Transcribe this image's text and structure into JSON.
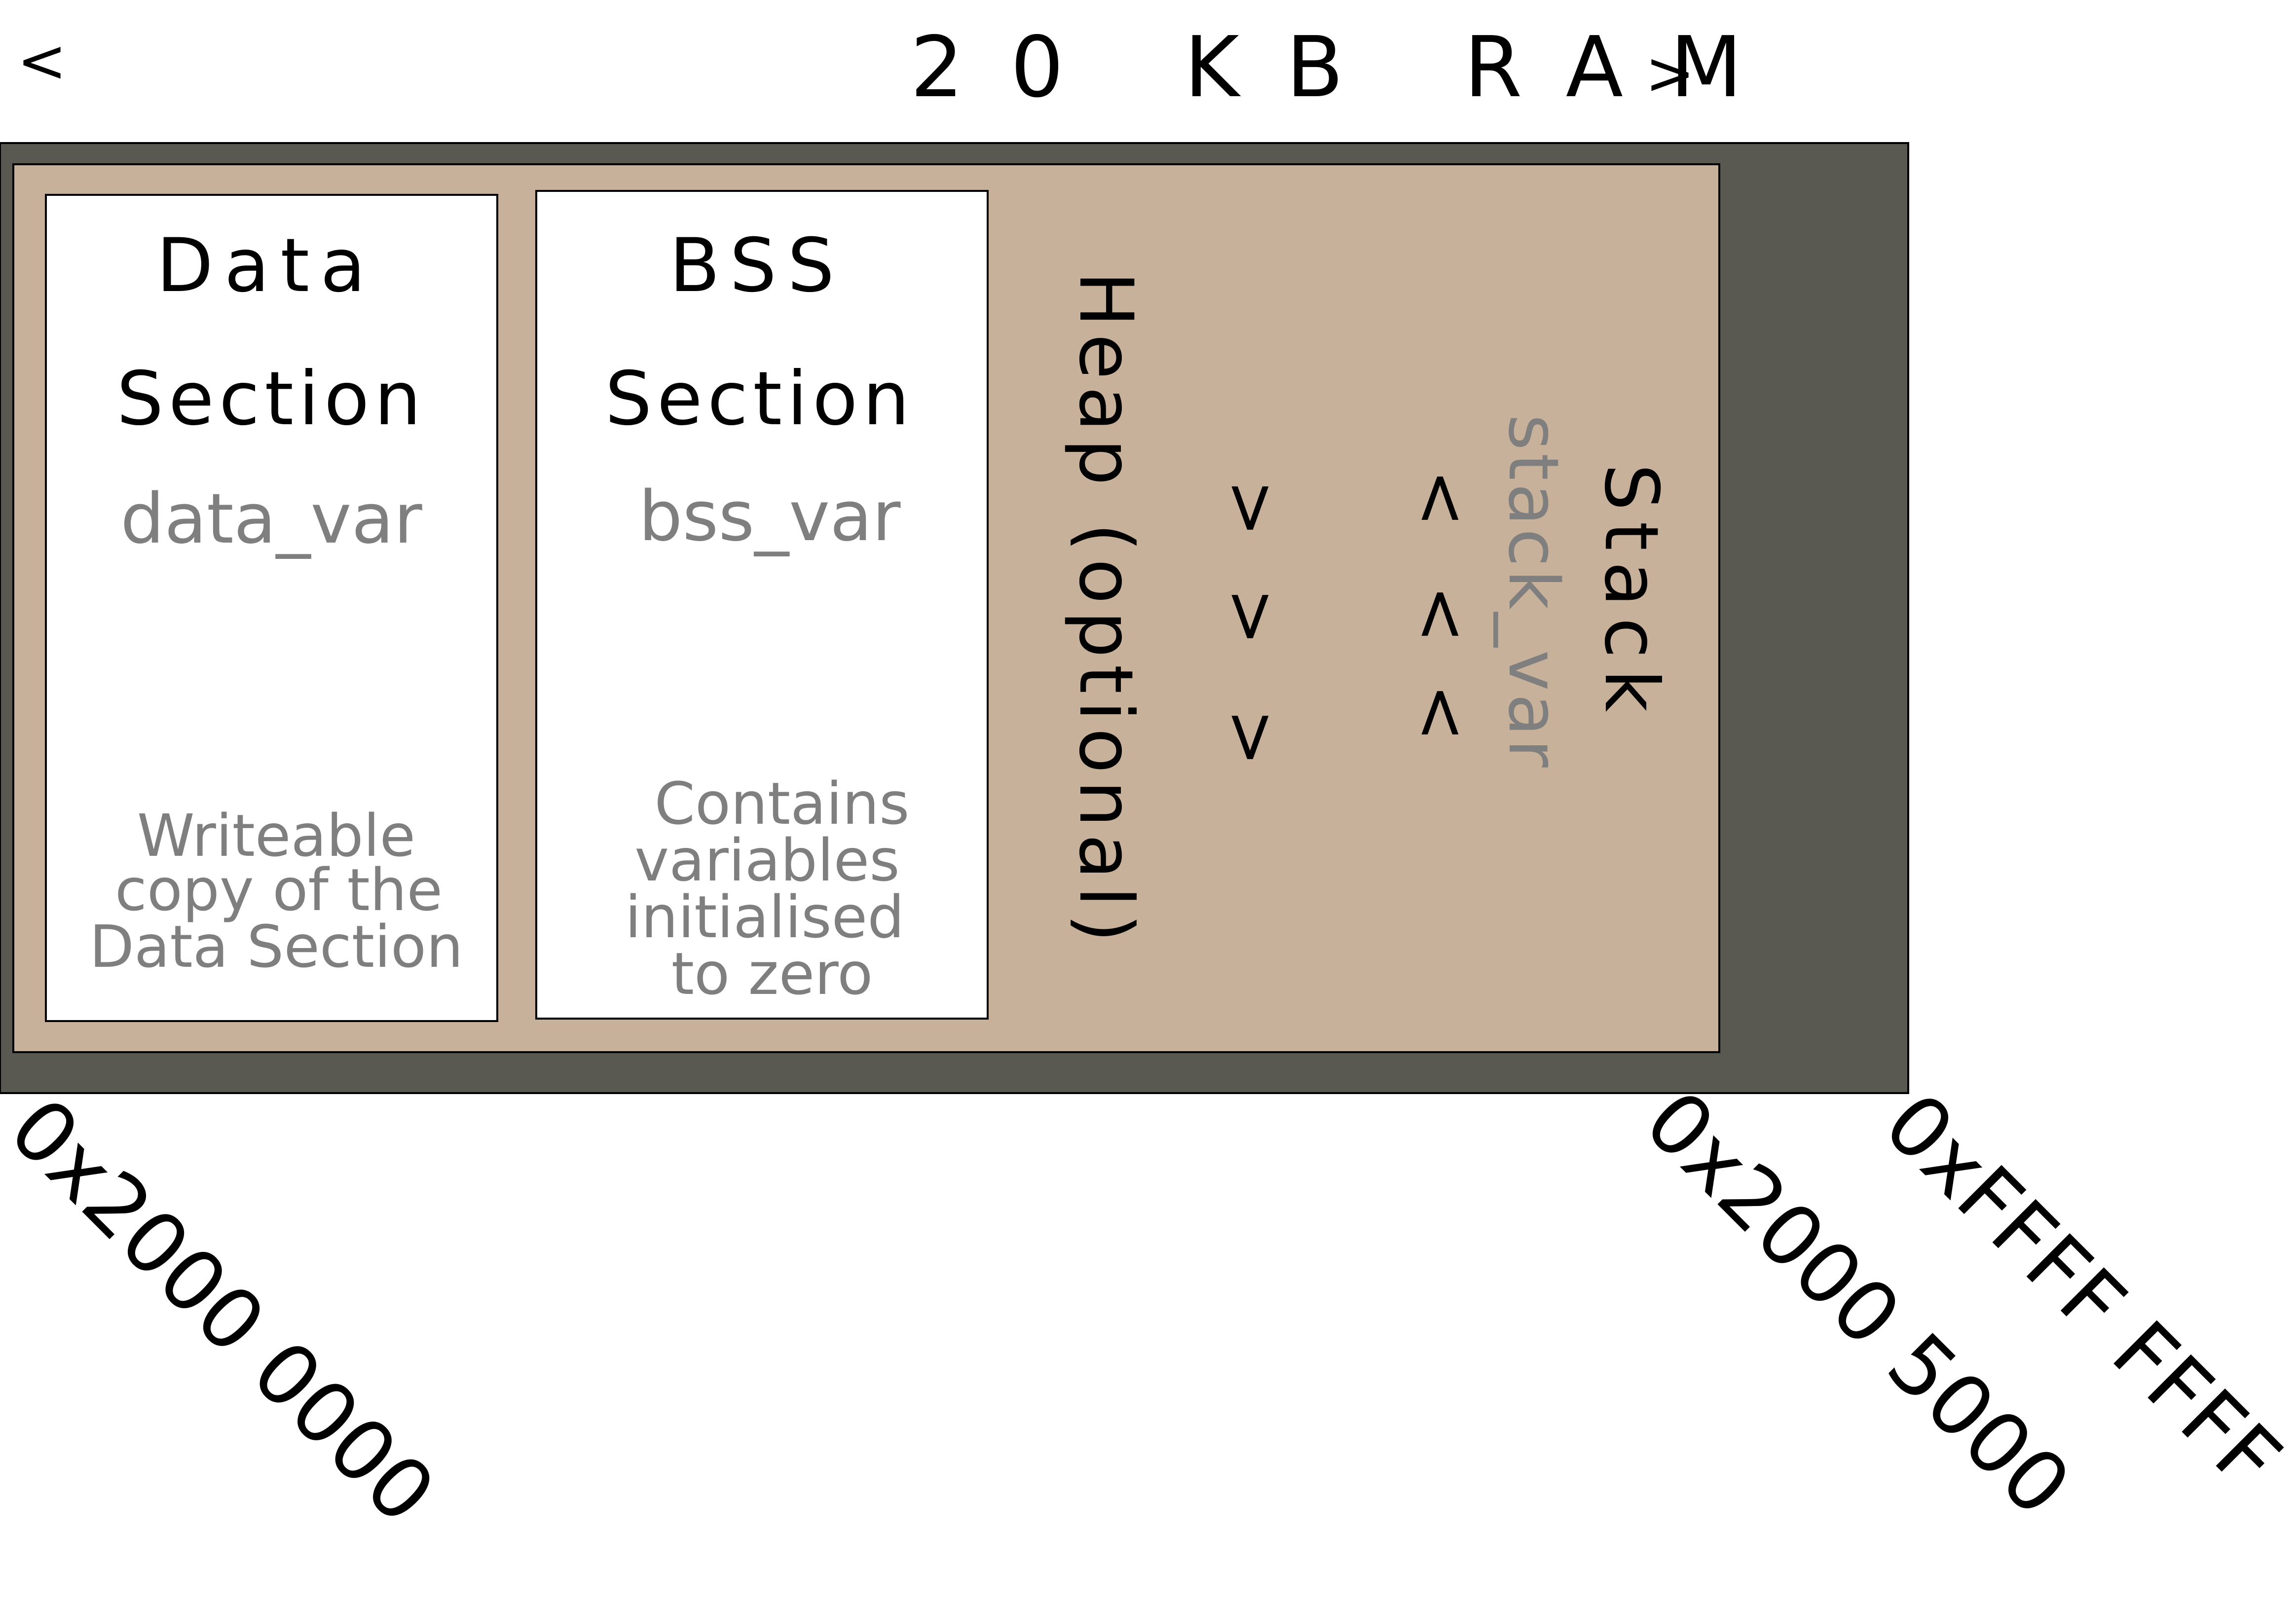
{
  "header": {
    "left_arrow": "<",
    "title": "20 KB RAM",
    "right_arrow": ">"
  },
  "colors": {
    "outer_region": "#5a5951",
    "ram_region": "#c8b19a",
    "section_box": "#ffffff",
    "ink": "#000000",
    "annotation": "#7f7f7f"
  },
  "data_section": {
    "title_line1": "Data",
    "title_line2": "Section",
    "variable": "data_var",
    "note_line1": "Writeable",
    "note_line2": "copy of the",
    "note_line3": "Data Section"
  },
  "bss_section": {
    "title_line1": "BSS",
    "title_line2": "Section",
    "variable": "bss_var",
    "note_line1": "Contains",
    "note_line2": "variables",
    "note_line3": "initialised",
    "note_line4": "to zero"
  },
  "heap": {
    "label": "Heap (optional)",
    "arrows": [
      ">",
      ">",
      ">"
    ]
  },
  "stack": {
    "label": "Stack",
    "variable": "stack_var",
    "arrows": [
      "<",
      "<",
      "<"
    ]
  },
  "addresses": {
    "ram_start": "0x2000 0000",
    "ram_end": "0x2000 5000",
    "space_end": "0xFFFF FFFF"
  }
}
